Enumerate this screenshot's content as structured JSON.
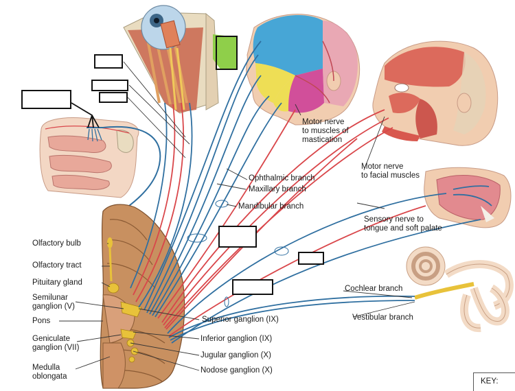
{
  "labels": {
    "motor_mastication": [
      "Motor nerve",
      "to muscles of",
      "mastication"
    ],
    "ophthalmic": "Ophthalmic branch",
    "maxillary": "Maxillary branch",
    "mandibular": "Mandibular branch",
    "motor_facial": [
      "Motor nerve",
      "to facial muscles"
    ],
    "sensory_tongue": [
      "Sensory nerve to",
      "tongue and soft palate"
    ],
    "olfactory_bulb": "Olfactory bulb",
    "olfactory_tract": "Olfactory tract",
    "pituitary": "Pituitary gland",
    "semilunar": [
      "Semilunar",
      "ganglion (V)"
    ],
    "pons": "Pons",
    "geniculate": [
      "Geniculate",
      "ganglion (VII)"
    ],
    "medulla": [
      "Medulla",
      "oblongata"
    ],
    "superior_ganglion": "Superior ganglion (IX)",
    "inferior_ganglion": "Inferior ganglion (IX)",
    "jugular_ganglion": "Jugular ganglion (X)",
    "nodose_ganglion": "Nodose ganglion (X)",
    "cochlear": "Cochlear branch",
    "vestibular": "Vestibular branch",
    "key": "KEY:"
  },
  "colors": {
    "sensory_nerve": "#2f6fa0",
    "motor_nerve": "#d9464a",
    "brain": "#c89060",
    "skin": "#f1cdb0",
    "muscle": "#d8584e",
    "bone": "#efe3c8",
    "ganglion": "#e8c23a",
    "ophthalmic_region": "#47a6d6",
    "maxillary_region": "#d14f9a",
    "mandibular_region": "#eede55",
    "highlight_green": "#8fcf4a"
  }
}
